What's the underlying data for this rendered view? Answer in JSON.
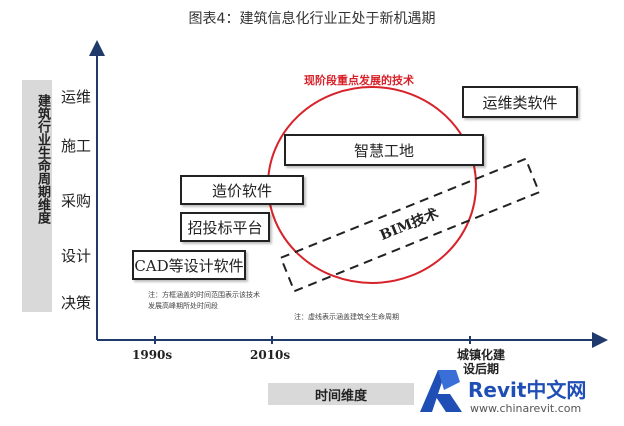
{
  "title": "图表4：建筑信息化行业正处于新机遇期",
  "y_axis": {
    "title": "建筑行业生命周期维度",
    "levels": [
      "运维",
      "施工",
      "采购",
      "设计",
      "决策"
    ]
  },
  "x_axis": {
    "title": "时间维度",
    "labels": [
      "1990s",
      "2010s",
      "城镇化建设后期"
    ]
  },
  "highlight_label": "现阶段重点发展的技术",
  "boxes": {
    "cad": "CAD等设计软件",
    "bidding": "招投标平台",
    "costing": "造价软件",
    "smart_site": "智慧工地",
    "operation": "运维类软件",
    "bim": "BIM技术"
  },
  "notes": {
    "solid_line": "注：方框涵盖的时间范围表示该技术发展高峰期所处时间段",
    "dashed_line": "注：虚线表示涵盖建筑全生命周期"
  },
  "watermark": {
    "brand": "Revit中文网",
    "url": "www.chinarevit.com"
  },
  "colors": {
    "highlight_circle": "#d8222a",
    "logo": "#1f4fb5"
  }
}
